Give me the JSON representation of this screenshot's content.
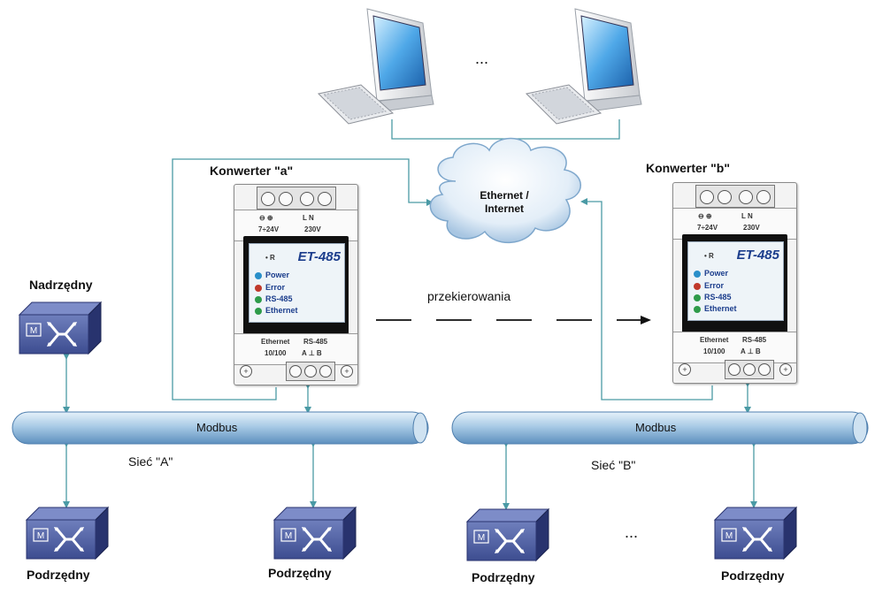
{
  "title": "",
  "computers_ellipsis": "...",
  "cloud": {
    "line1": "Ethernet /",
    "line2": "Internet"
  },
  "converter_a": {
    "title": "Konwerter \"a\"",
    "device": {
      "brand": "ET-485",
      "top_pol": "⊖   ⊕",
      "top_volt": "7÷24V",
      "top_ln": "L    N",
      "top_220": "230V",
      "reset": "• R",
      "leds": [
        {
          "label": "Power",
          "color": "#2a8fc9"
        },
        {
          "label": "Error",
          "color": "#c0392b"
        },
        {
          "label": "RS-485",
          "color": "#2e9b4a"
        },
        {
          "label": "Ethernet",
          "color": "#2e9b4a"
        }
      ],
      "bottom_eth": "Ethernet",
      "bottom_eth2": "10/100",
      "bottom_rs": "RS-485",
      "bottom_rs2": "A  ⊥  B"
    }
  },
  "converter_b": {
    "title": "Konwerter \"b\"",
    "device": {
      "brand": "ET-485",
      "top_pol": "⊖   ⊕",
      "top_volt": "7÷24V",
      "top_ln": "L    N",
      "top_220": "230V",
      "reset": "• R",
      "leds": [
        {
          "label": "Power",
          "color": "#2a8fc9"
        },
        {
          "label": "Error",
          "color": "#c0392b"
        },
        {
          "label": "RS-485",
          "color": "#2e9b4a"
        },
        {
          "label": "Ethernet",
          "color": "#2e9b4a"
        }
      ],
      "bottom_eth": "Ethernet",
      "bottom_eth2": "10/100",
      "bottom_rs": "RS-485",
      "bottom_rs2": "A  ⊥  B"
    }
  },
  "redirect_label": "przekierowania",
  "master_label": "Nadrzędny",
  "bus_a": {
    "label": "Modbus",
    "network": "Sieć \"A\""
  },
  "bus_b": {
    "label": "Modbus",
    "network": "Sieć \"B\""
  },
  "slave_label": "Podrzędny",
  "slaves_ellipsis": "...",
  "switch_letter": "M",
  "colors": {
    "connector": "#4a9aa5",
    "bus": "#9cc3de",
    "switch": "#3a4a8a"
  }
}
